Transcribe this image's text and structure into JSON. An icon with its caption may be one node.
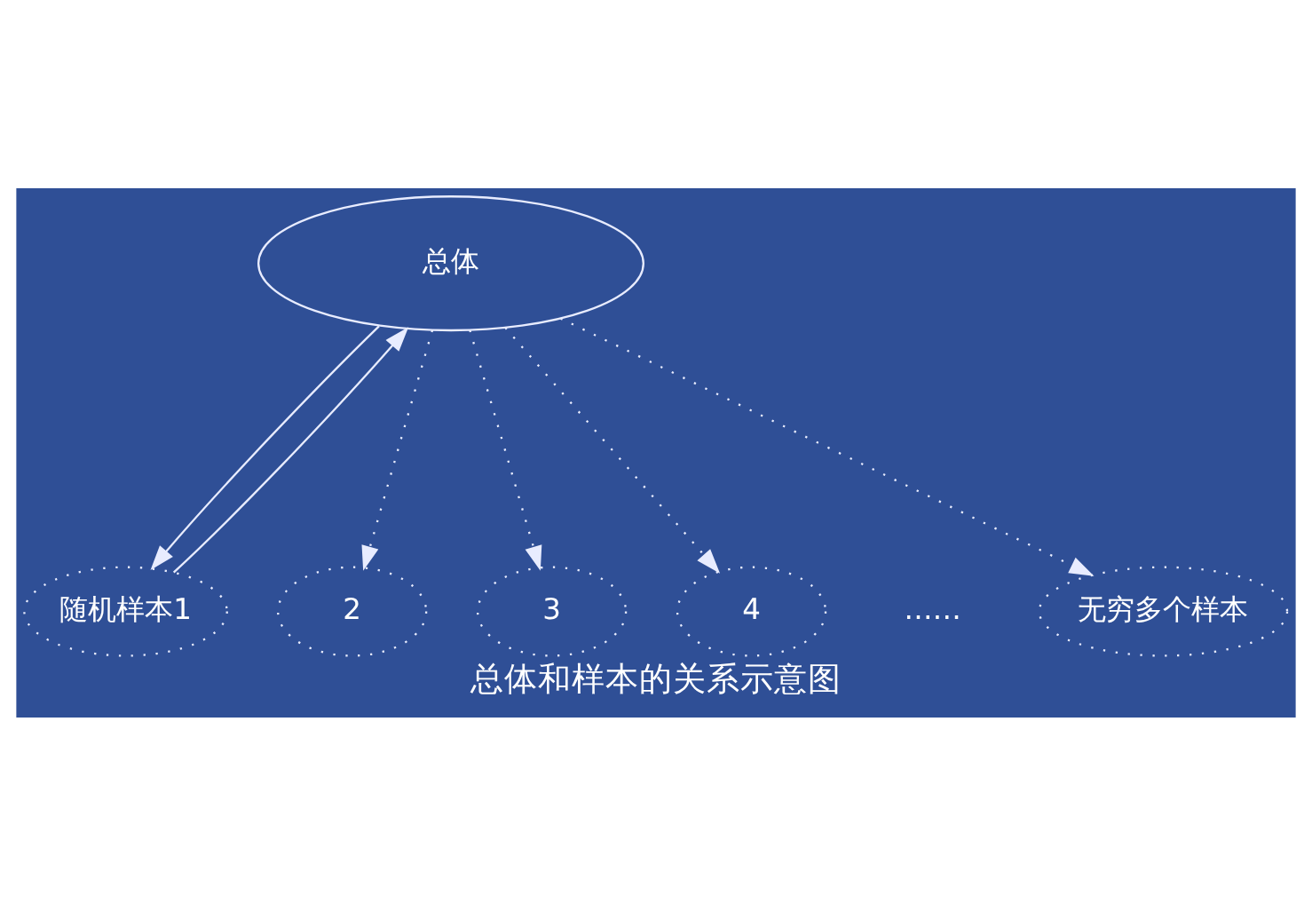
{
  "diagram": {
    "caption": "总体和样本的关系示意图",
    "nodes": [
      {
        "text": [
          "总体"
        ]
      },
      {
        "text": [
          "随机样本1"
        ]
      },
      {
        "text": [
          "2"
        ]
      },
      {
        "text": [
          "3"
        ]
      },
      {
        "text": [
          "4"
        ]
      },
      {
        "text": [
          "无穷多个样本"
        ]
      }
    ],
    "edges": [
      {
        "from": 1,
        "to": 0,
        "arrow": "to"
      },
      {
        "from": 0,
        "to": 1,
        "arrow": "to"
      },
      {
        "from": 0,
        "to": 2,
        "arrow": "to",
        "style": "dashed"
      },
      {
        "from": 0,
        "to": 3,
        "arrow": "to",
        "style": "dashed"
      },
      {
        "from": 0,
        "to": 4,
        "arrow": "to",
        "style": "dashed"
      },
      {
        "from": 0,
        "to": 5,
        "arrow": "to",
        "style": "dashed"
      }
    ],
    "labels": [
      "……"
    ]
  }
}
